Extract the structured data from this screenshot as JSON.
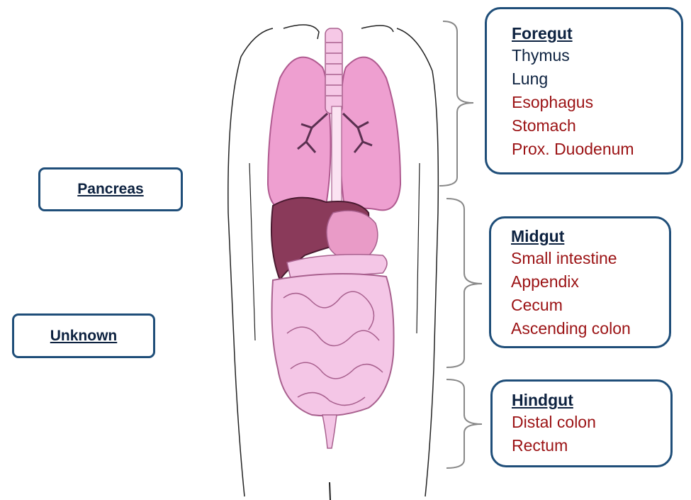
{
  "foregut": {
    "title": "Foregut",
    "items": [
      {
        "text": "Thymus",
        "color": "#0d2240"
      },
      {
        "text": "Lung",
        "color": "#0d2240"
      },
      {
        "text": "Esophagus",
        "color": "#9b1214"
      },
      {
        "text": "Stomach",
        "color": "#9b1214"
      },
      {
        "text": "Prox. Duodenum",
        "color": "#9b1214"
      }
    ]
  },
  "midgut": {
    "title": "Midgut",
    "items": [
      "Small intestine",
      "Appendix",
      "Cecum",
      "Ascending colon"
    ]
  },
  "hindgut": {
    "title": "Hindgut",
    "items": [
      "Distal colon",
      "Rectum"
    ]
  },
  "left_labels": {
    "pancreas": "Pancreas",
    "unknown": "Unknown"
  },
  "colors": {
    "box_border": "#1f4e79",
    "heading_text": "#0d2240",
    "organ_text_red": "#9b1214",
    "lung_pink": "#ee9fd0",
    "liver_maroon": "#8a3a5a",
    "intestine_pink": "#f4c6e6"
  }
}
